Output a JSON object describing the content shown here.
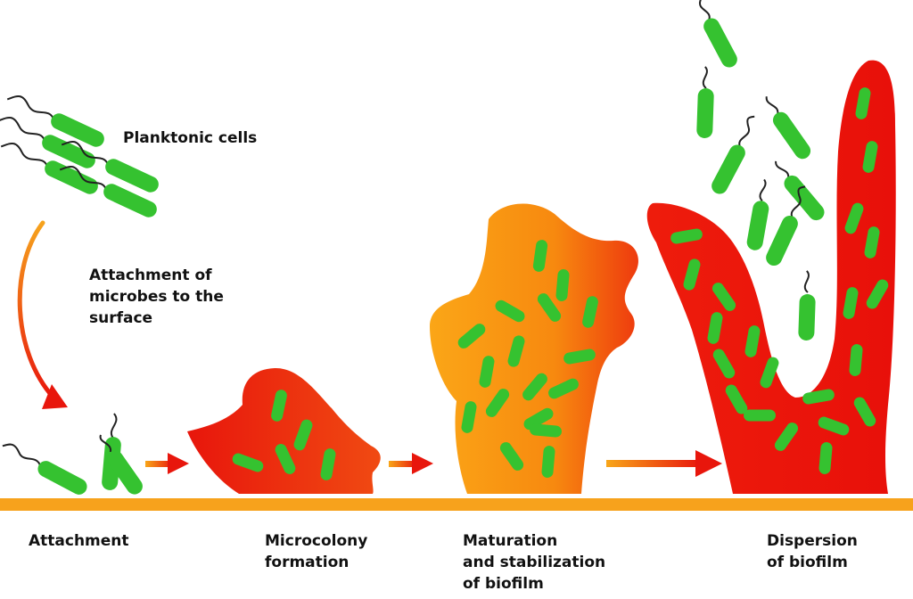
{
  "labels": {
    "planktonic": "Planktonic cells",
    "attachment_of_microbes": [
      "Attachment of",
      "microbes to the",
      "surface"
    ],
    "stage_attachment": "Attachment",
    "stage_microcolony": [
      "Microcolony",
      "formation"
    ],
    "stage_maturation": [
      "Maturation",
      "and stabilization",
      "of biofilm"
    ],
    "stage_dispersion": [
      "Dispersion",
      "of biofilm"
    ]
  },
  "colors": {
    "surface": "#f7a21c",
    "cell": "#35c230",
    "cell_inner": "#6ad85a",
    "flagellum": "#222222",
    "red": "#e8160c",
    "orange": "#fb9a14",
    "label_text": "#111111"
  }
}
